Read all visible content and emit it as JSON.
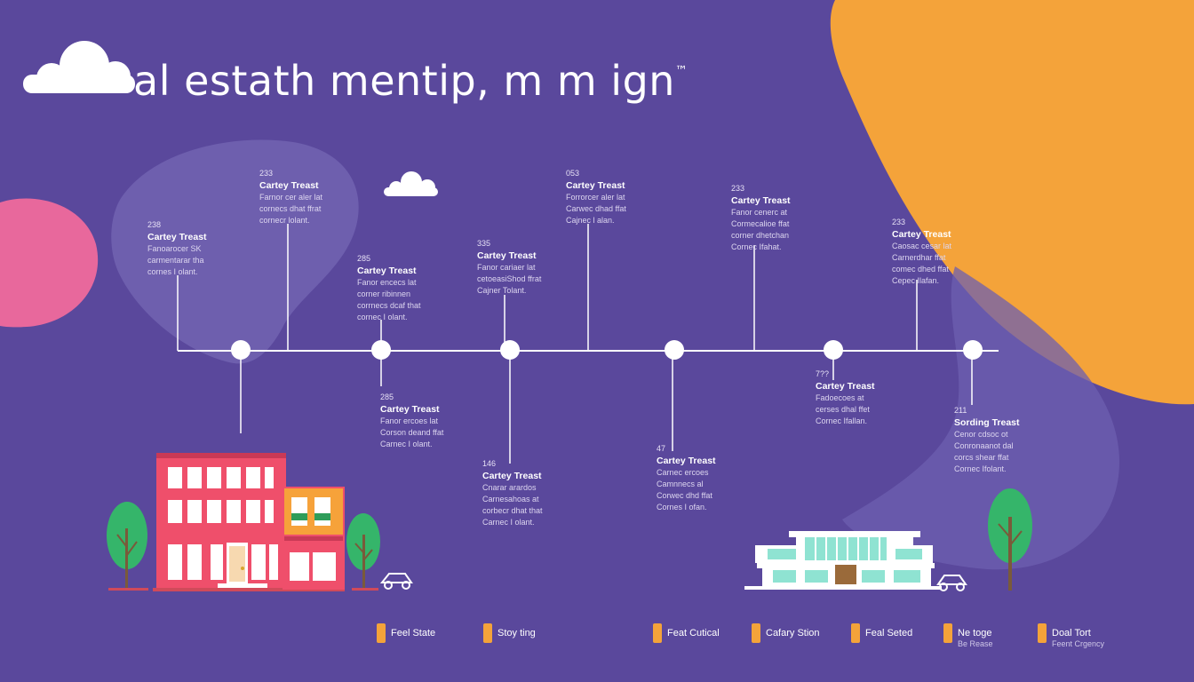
{
  "header": {
    "title": "al estath mentip, m m ign",
    "trademark": "™"
  },
  "colors": {
    "background": "#5a489c",
    "accent_orange": "#f4a33a",
    "accent_pink": "#e8689c",
    "line": "#ffffff"
  },
  "timeline": {
    "nodes": [
      {
        "num": "238",
        "title": "Cartey Treast",
        "lines": [
          "Fanoarocer SK",
          "carmentarar tha",
          "cornes I olant."
        ]
      },
      {
        "num": "233",
        "title": "Cartey Treast",
        "lines": [
          "Farnor cer aler lat",
          "cornecs dhat ffrat",
          "cornecr lolant."
        ]
      },
      {
        "num": "285",
        "title": "Cartey Treast",
        "lines": [
          "Fanor encecs lat",
          "corner ribinnen",
          "corrnecs dcaf that",
          "cornec I olant."
        ]
      },
      {
        "num": "285",
        "title": "Cartey Treast",
        "lines": [
          "Fanor ercoes lat",
          "Corson deand ffat",
          "Carnec I olant."
        ]
      },
      {
        "num": "335",
        "title": "Cartey Treast",
        "lines": [
          "Fanor cariaer lat",
          "cetoeasiShod ffrat",
          "Cajner Tolant."
        ]
      },
      {
        "num": "146",
        "title": "Cartey Treast",
        "lines": [
          "Cnarar arardos",
          "Carnesahoas at",
          "corbecr dhat that",
          "Carnec I olant."
        ]
      },
      {
        "num": "053",
        "title": "Cartey Treast",
        "lines": [
          "Forrorcer aler lat",
          "Carwec dhad ffat",
          "Cajnec l alan."
        ]
      },
      {
        "num": "47",
        "title": "Cartey Treast",
        "lines": [
          "Carnec ercoes",
          "Camnnecs al",
          "Corwec dhd ffat",
          "Cornes I ofan."
        ]
      },
      {
        "num": "233",
        "title": "Cartey Treast",
        "lines": [
          "Fanor cenerc at",
          "Cormecalioe ffat",
          "corner dhetchan",
          "Cornec Ifahat."
        ]
      },
      {
        "num": "7??",
        "title": "Cartey Treast",
        "lines": [
          "Fadoecoes at",
          "cerses dhal ffet",
          "Cornec Ifallan."
        ]
      },
      {
        "num": "233",
        "title": "Cartey Treast",
        "lines": [
          "Caosac cesar lat",
          "Carnerdhar ffat",
          "comec dhed ffat",
          "Cepec Ilafan."
        ]
      },
      {
        "num": "211",
        "title": "Sording Treast",
        "lines": [
          "Cenor cdsoc ot",
          "Conronaanot dal",
          "corcs shear ffat",
          "Cornec Ifolant."
        ]
      }
    ]
  },
  "legend": [
    {
      "label": "Feel State"
    },
    {
      "label": "Stoy ting"
    },
    {
      "label": "Feat Cutical"
    },
    {
      "label": "Cafary Stion"
    },
    {
      "label": "Feal Seted"
    },
    {
      "label": "Ne toge",
      "sub": "Be Rease"
    },
    {
      "label": "Doal Tort",
      "sub": "Feent Crgency"
    }
  ]
}
